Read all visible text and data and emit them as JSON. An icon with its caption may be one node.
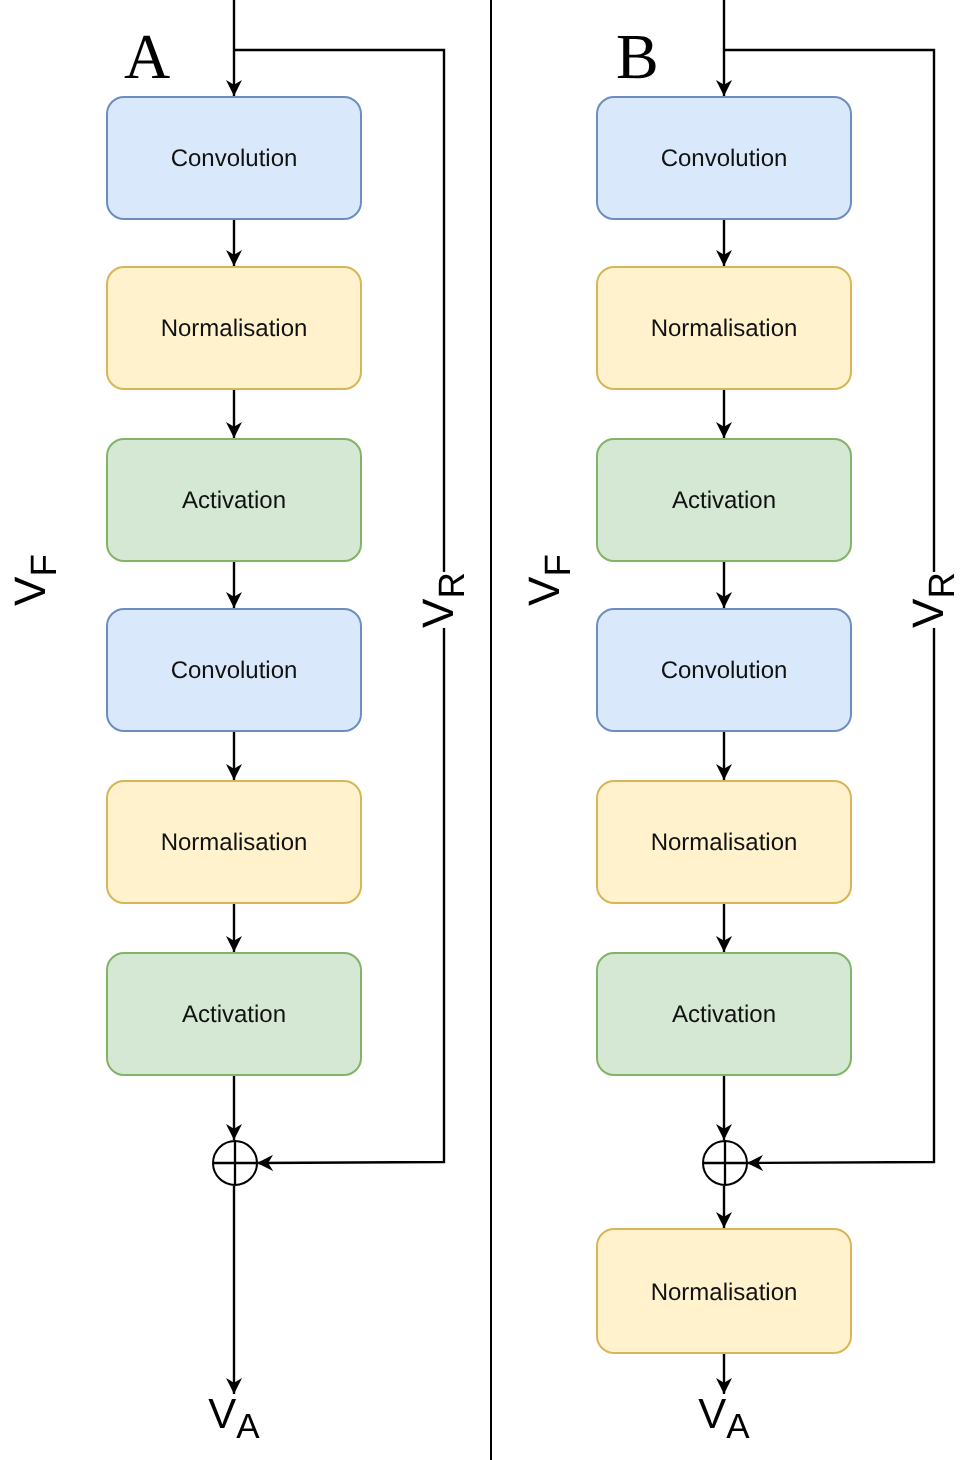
{
  "diagram": {
    "nodes": [
      {
        "text": [
          "Convolution"
        ]
      },
      {
        "text": [
          "Normalisation"
        ]
      },
      {
        "text": [
          "Activation"
        ]
      },
      {
        "text": [
          "Convolution"
        ]
      },
      {
        "text": [
          "Normalisation"
        ]
      },
      {
        "text": [
          "Activation"
        ]
      },
      {
        "text": [],
        "shape": "circle"
      },
      {
        "text": [
          "V$_{A}$"
        ]
      },
      {
        "text": [
          "Convolution"
        ]
      },
      {
        "text": [
          "Normalisation"
        ]
      },
      {
        "text": [
          "Activation"
        ]
      },
      {
        "text": [
          "Convolution"
        ]
      },
      {
        "text": [
          "Normalisation"
        ]
      },
      {
        "text": [
          "Activation"
        ]
      },
      {
        "text": [],
        "shape": "circle"
      },
      {
        "text": [
          "Normalisation"
        ]
      },
      {
        "text": [
          "V$_{A}$"
        ]
      }
    ],
    "edges": [
      {
        "from": null,
        "to": 0,
        "arrow": "to"
      },
      {
        "from": 0,
        "to": 1,
        "arrow": "to"
      },
      {
        "from": 1,
        "to": 2,
        "arrow": "to"
      },
      {
        "from": 2,
        "to": 3,
        "arrow": "to"
      },
      {
        "from": 3,
        "to": 4,
        "arrow": "to"
      },
      {
        "from": 4,
        "to": 5,
        "arrow": "to"
      },
      {
        "from": 5,
        "to": 6,
        "arrow": "to"
      },
      {
        "from": null,
        "to": 6,
        "arrow": "to",
        "label": "V$_{R}$"
      },
      {
        "from": 6,
        "to": 7,
        "arrow": "to"
      },
      {
        "from": null,
        "to": 8,
        "arrow": "to"
      },
      {
        "from": 8,
        "to": 9,
        "arrow": "to"
      },
      {
        "from": 9,
        "to": 10,
        "arrow": "to"
      },
      {
        "from": 10,
        "to": 11,
        "arrow": "to"
      },
      {
        "from": 11,
        "to": 12,
        "arrow": "to"
      },
      {
        "from": 12,
        "to": 13,
        "arrow": "to"
      },
      {
        "from": 13,
        "to": 14,
        "arrow": "to"
      },
      {
        "from": null,
        "to": 14,
        "arrow": "to",
        "label": "V$_{R}$"
      },
      {
        "from": 14,
        "to": 15,
        "arrow": "to"
      },
      {
        "from": 15,
        "to": 16,
        "arrow": "to"
      }
    ],
    "labels": [
      "A",
      "V$_{F}$",
      "B",
      "V$_{F}$"
    ]
  }
}
